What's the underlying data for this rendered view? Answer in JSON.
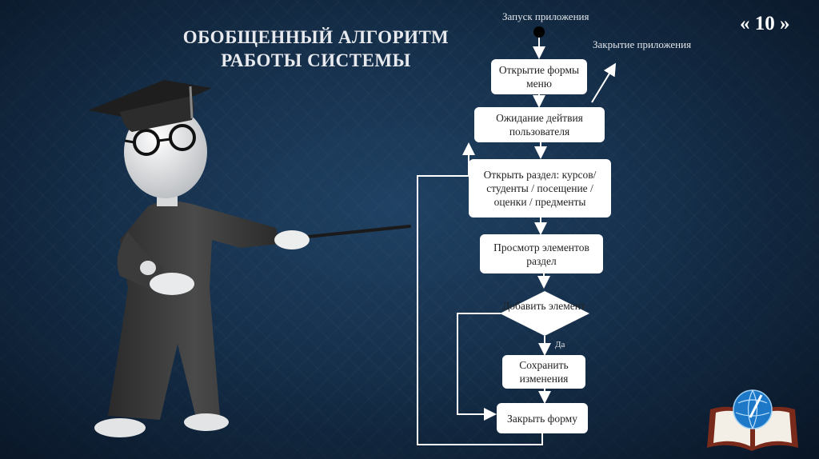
{
  "slide": {
    "title_line1": "ОБОБЩЕННЫЙ АЛГОРИТМ",
    "title_line2": "РАБОТЫ СИСТЕМЫ",
    "number": "« 10 »"
  },
  "flow": {
    "start_label": "Запуск приложения",
    "close_label": "Закрытие приложения",
    "open_menu": "Открытие формы меню",
    "wait_user": "Ожидание дейтвия пользователя",
    "open_section": "Открыть раздел: курсов/ студенты / посещение /оценки / предменты",
    "view_elements": "Просмотр элементов раздел",
    "add_element": "Добавить элемент",
    "yes_label": "Да",
    "save_changes": "Сохранить изменения",
    "close_form": "Закрыть форму"
  },
  "colors": {
    "background": "#16304b",
    "box_fill": "#ffffff",
    "connector": "#ffffff",
    "start_node": "#000000"
  },
  "illustrations": {
    "figure": "professor-with-pointer-figure",
    "logo": "university-book-globe-logo"
  }
}
